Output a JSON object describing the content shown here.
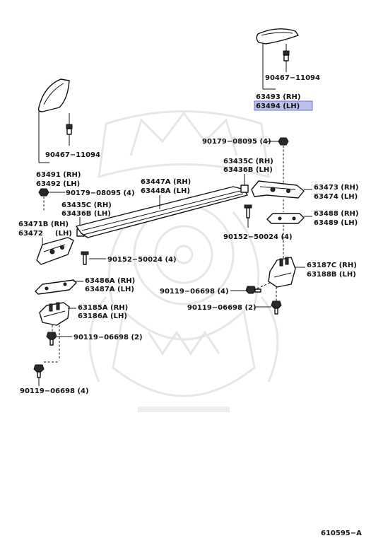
{
  "diagram": {
    "watermark": "samurai-helmet-watermark",
    "labels": {
      "l_90467_top": "90467−11094",
      "l_63493": "63493 (RH)",
      "l_63494": "63494 (LH)",
      "l_90179_top": "90179−08095 (4)",
      "l_63435c_r": "63435C (RH)",
      "l_63436b_r": "63436B (LH)",
      "l_63473": "63473 (RH)",
      "l_63474": "63474 (LH)",
      "l_63488": "63488 (RH)",
      "l_63489": "63489 (LH)",
      "l_90152_r": "90152−50024 (4)",
      "l_63187c": "63187C (RH)",
      "l_63188b": "63188B (LH)",
      "l_90119_r4": "90119−06698 (4)",
      "l_90119_r2": "90119−06698 (2)",
      "l_63447a": "63447A (RH)",
      "l_63448a": "63448A (LH)",
      "l_90467_left": "90467−11094",
      "l_63491": "63491 (RH)",
      "l_63492": "63492 (LH)",
      "l_90179_left": "90179−08095 (4)",
      "l_63435c_l": "63435C (RH)",
      "l_63436b_l": "63436B (LH)",
      "l_63471b": "63471B (RH)",
      "l_63472": "63472",
      "l_63472_lh": "(LH)",
      "l_90152_l": "90152−50024 (4)",
      "l_63486a": "63486A (RH)",
      "l_63487a": "63487A (LH)",
      "l_63185a": "63185A (RH)",
      "l_63186a": "63186A (LH)",
      "l_90119_l2": "90119−06698 (2)",
      "l_90119_l4": "90119−06698 (4)",
      "code": "610595−A"
    }
  }
}
